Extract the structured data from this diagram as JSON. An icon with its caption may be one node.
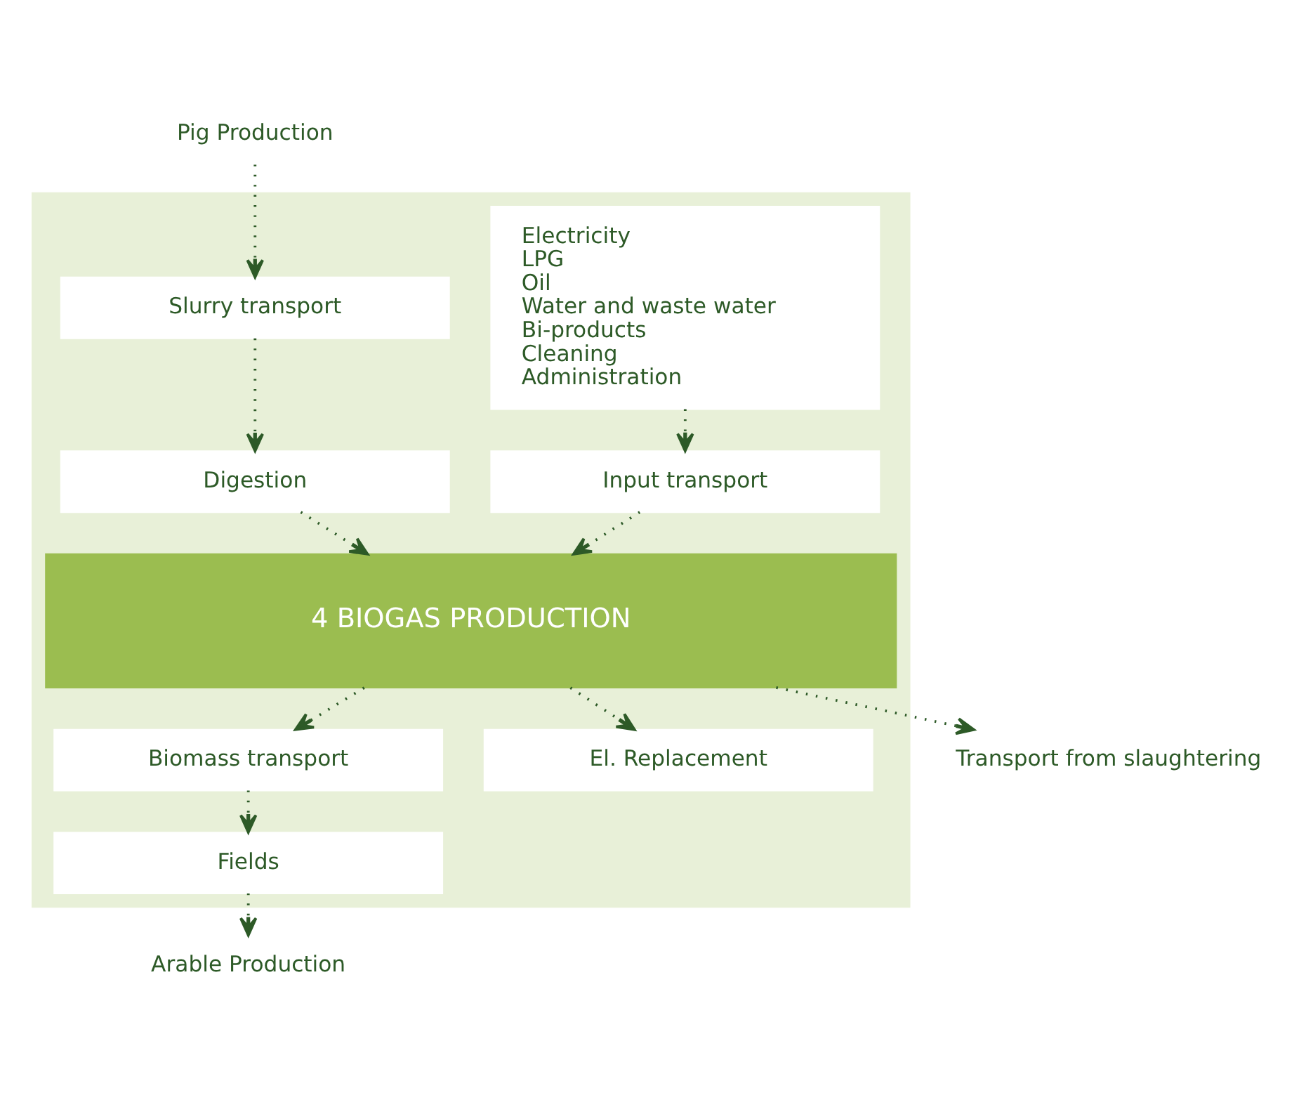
{
  "diagram": {
    "nodes": [
      {
        "text": [
          "Pig Production"
        ]
      },
      {
        "text": [],
        "shape": "box"
      },
      {
        "text": [
          "Electricity",
          "LPG",
          "Oil",
          "Water and waste water",
          "Bi-products",
          "Cleaning",
          "Administration"
        ],
        "in": 1
      },
      {
        "text": [
          "Slurry transport"
        ],
        "in": 1
      },
      {
        "text": [
          "Digestion"
        ],
        "in": 1
      },
      {
        "text": [
          "Input transport"
        ],
        "in": 1
      },
      {
        "text": [
          "4 BIOGAS PRODUCTION"
        ],
        "in": 1
      },
      {
        "text": [
          "Transport from slaughtering"
        ]
      },
      {
        "text": [
          "Biomass transport"
        ],
        "in": 1
      },
      {
        "text": [
          "El. Replacement"
        ],
        "in": 1
      },
      {
        "text": [
          "Fields"
        ],
        "in": 1
      },
      {
        "text": [
          "Arable Production"
        ]
      }
    ],
    "edges": [
      {
        "from": 0,
        "to": 3,
        "arrow": "to",
        "style": "dashed"
      },
      {
        "from": 3,
        "to": 4,
        "arrow": "to",
        "style": "dashed"
      },
      {
        "from": 2,
        "to": 5,
        "arrow": "to",
        "style": "dashed"
      },
      {
        "from": 4,
        "to": 6,
        "arrow": "to",
        "style": "dashed"
      },
      {
        "from": 5,
        "to": 6,
        "arrow": "to",
        "style": "dashed"
      },
      {
        "from": 6,
        "to": 7,
        "arrow": "to",
        "style": "dashed"
      },
      {
        "from": 6,
        "to": 8,
        "arrow": "to",
        "style": "dashed"
      },
      {
        "from": 6,
        "to": 9,
        "arrow": "to",
        "style": "dashed"
      },
      {
        "from": 8,
        "to": 10,
        "arrow": "to",
        "style": "dashed"
      },
      {
        "from": 10,
        "to": 11,
        "arrow": "to",
        "style": "dashed"
      }
    ]
  }
}
